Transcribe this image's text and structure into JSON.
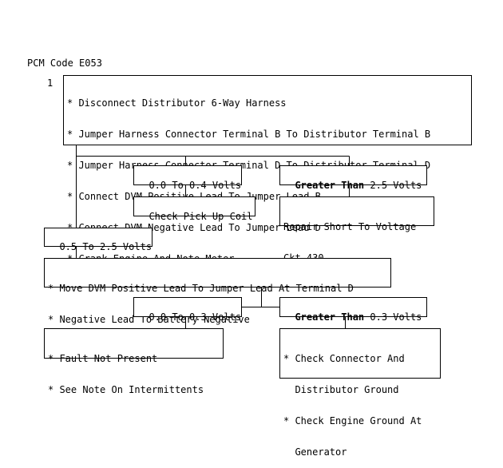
{
  "title": "PCM Code E053",
  "step_number": "1",
  "steps": {
    "step1": [
      "* Disconnect Distributor 6-Way Harness",
      "* Jumper Harness Connector Terminal B To Distributor Terminal B",
      "* Jumper Harness Connector Terminal D To Distributor Terminal D",
      "* Connect DVM Positive Lead To Jumper Lead B",
      "* Connect DVM Negative Lead To Jumper Lead D",
      "* Crank Engine And Note Meter"
    ],
    "result_a": "0.0 To 0.4 Volts",
    "result_b_bold": "Greater Than",
    "result_b_rest": " 2.5 Volts",
    "action_a": "Check Pick Up Coil",
    "action_b": [
      "Repair Short To Voltage",
      "Ckt 430"
    ],
    "result_c": "0.5 To 2.5 Volts",
    "step2": [
      "* Move DVM Positive Lead To Jumper Lead At Terminal D",
      "* Negative Lead To Battery Negative"
    ],
    "result_d": "0.0 To 0.3 Volts",
    "result_e_bold": "Greater Than",
    "result_e_rest": " 0.3 Volts",
    "action_d": [
      "* Fault Not Present",
      "* See Note On Intermittents"
    ],
    "action_e": [
      "* Check Connector And",
      "  Distributor Ground",
      "* Check Engine Ground At",
      "  Generator"
    ]
  }
}
